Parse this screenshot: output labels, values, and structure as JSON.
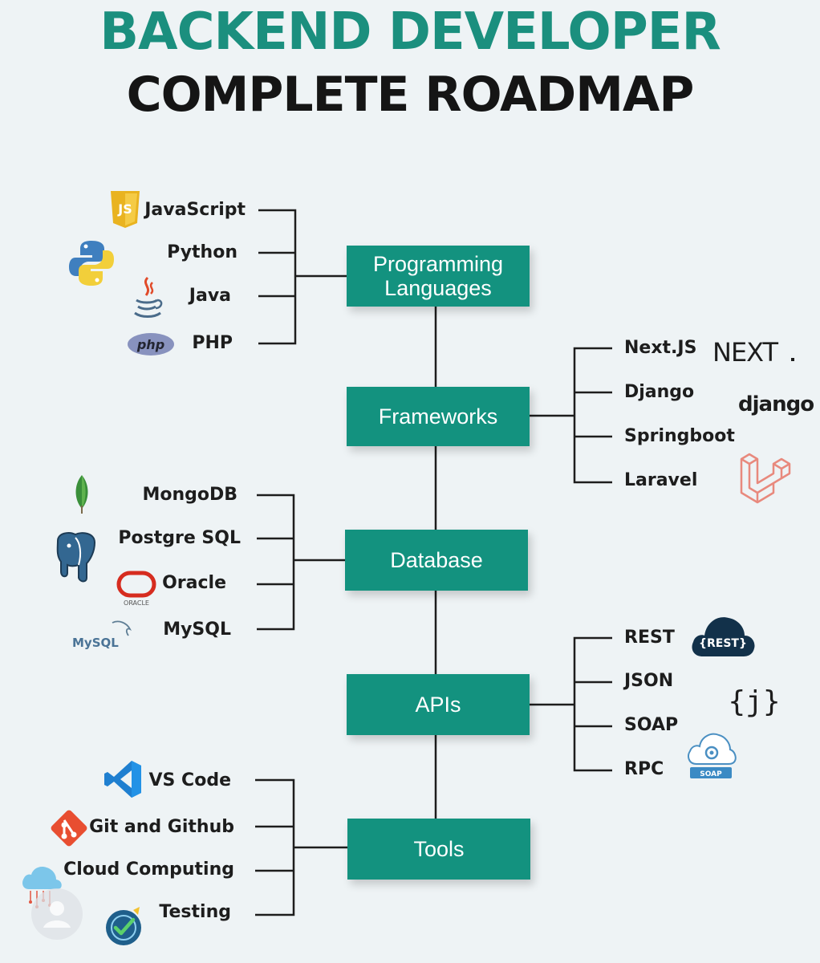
{
  "header": {
    "title_line1": "BACKEND DEVELOPER",
    "title_line2": "COMPLETE ROADMAP"
  },
  "colors": {
    "node_fill": "#13927f",
    "title_accent": "#1b8f7e",
    "title_dark": "#151515",
    "line": "#1d1d1d",
    "background": "#eef3f5"
  },
  "nodes": {
    "programming": "Programming Languages",
    "frameworks": "Frameworks",
    "database": "Database",
    "apis": "APIs",
    "tools": "Tools"
  },
  "leaves": {
    "programming": [
      "JavaScript",
      "Python",
      "Java",
      "PHP"
    ],
    "frameworks": [
      "Next.JS",
      "Django",
      "Springboot",
      "Laravel"
    ],
    "database": [
      "MongoDB",
      "Postgre SQL",
      "Oracle",
      "MySQL"
    ],
    "apis": [
      "REST",
      "JSON",
      "SOAP",
      "RPC"
    ],
    "tools": [
      "VS Code",
      "Git and Github",
      "Cloud Computing",
      "Testing"
    ]
  },
  "logos": {
    "js": "JS",
    "php": "php",
    "next": "NEXT",
    "django": "django",
    "oracle_sub": "ORACLE",
    "mysql": "MySQL",
    "rest": "{REST}",
    "json": "{j}",
    "soap": "SOAP"
  },
  "icons": [
    "javascript-icon",
    "python-icon",
    "java-icon",
    "php-icon",
    "nextjs-icon",
    "django-icon",
    "laravel-icon",
    "mongodb-icon",
    "postgresql-icon",
    "oracle-icon",
    "mysql-icon",
    "rest-icon",
    "json-icon",
    "soap-icon",
    "vscode-icon",
    "git-icon",
    "cloud-icon",
    "testing-icon"
  ]
}
